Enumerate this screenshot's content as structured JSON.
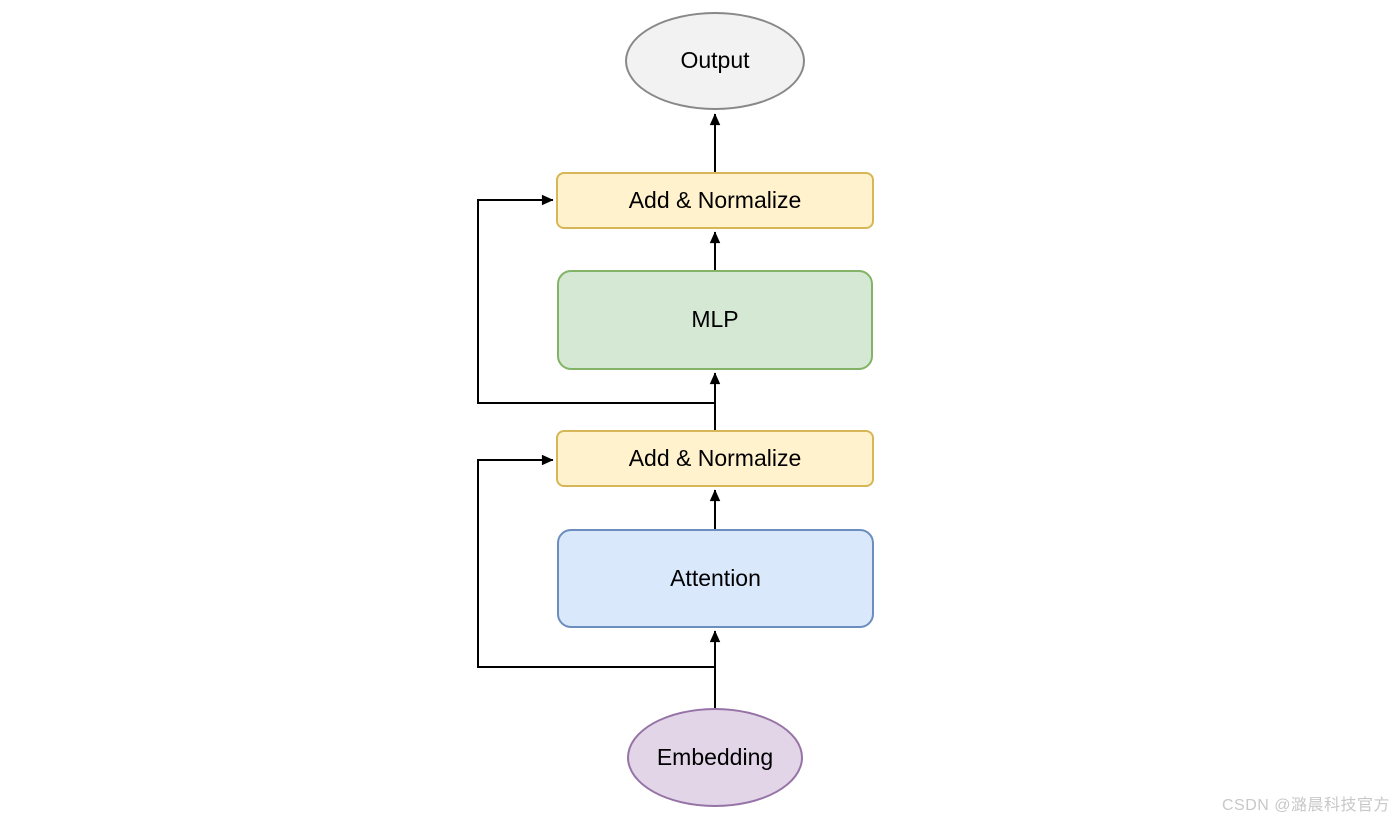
{
  "diagram": {
    "type": "flowchart",
    "description": "Transformer block architecture diagram",
    "nodes": [
      {
        "id": "output",
        "label": "Output",
        "shape": "ellipse",
        "fill": "#f2f2f2",
        "stroke": "#888888"
      },
      {
        "id": "add-norm-top",
        "label": "Add & Normalize",
        "shape": "rounded-rectangle",
        "fill": "#fff2cc",
        "stroke": "#d6b656"
      },
      {
        "id": "mlp",
        "label": "MLP",
        "shape": "rounded-rectangle",
        "fill": "#d5e8d4",
        "stroke": "#82b366"
      },
      {
        "id": "add-norm-bottom",
        "label": "Add & Normalize",
        "shape": "rounded-rectangle",
        "fill": "#fff2cc",
        "stroke": "#d6b656"
      },
      {
        "id": "attention",
        "label": "Attention",
        "shape": "rounded-rectangle",
        "fill": "#dae8fc",
        "stroke": "#6c8ebf"
      },
      {
        "id": "embedding",
        "label": "Embedding",
        "shape": "ellipse",
        "fill": "#e1d5e7",
        "stroke": "#9673a6"
      }
    ],
    "edges": [
      {
        "from": "embedding",
        "to": "attention",
        "type": "main"
      },
      {
        "from": "attention",
        "to": "add-norm-bottom",
        "type": "main"
      },
      {
        "from": "embedding",
        "to": "add-norm-bottom",
        "type": "skip-connection"
      },
      {
        "from": "add-norm-bottom",
        "to": "mlp",
        "type": "main"
      },
      {
        "from": "mlp",
        "to": "add-norm-top",
        "type": "main"
      },
      {
        "from": "add-norm-bottom",
        "to": "add-norm-top",
        "type": "skip-connection"
      },
      {
        "from": "add-norm-top",
        "to": "output",
        "type": "main"
      }
    ],
    "arrow_color": "#000000",
    "background_color": "#ffffff"
  },
  "watermark": {
    "text": "CSDN @潞晨科技官方",
    "color": "#c8c8c8"
  }
}
